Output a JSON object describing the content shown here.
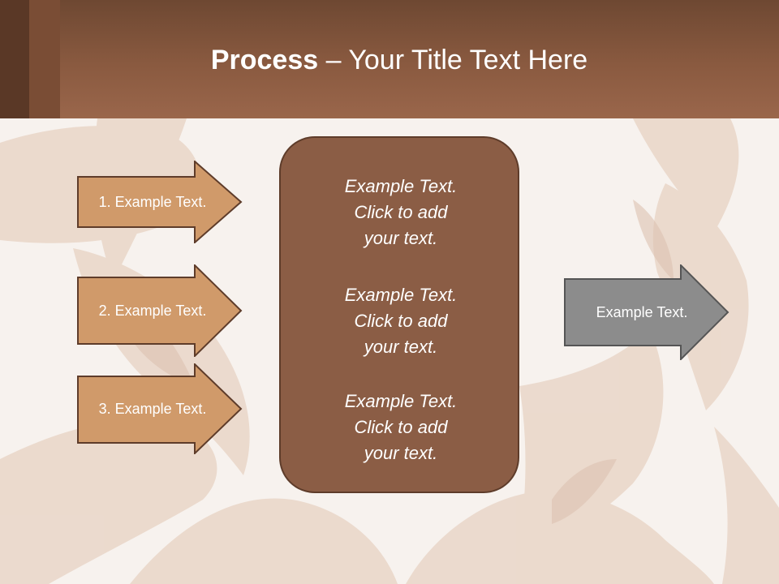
{
  "title": {
    "bold": "Process",
    "rest": " – Your Title Text Here"
  },
  "left_arrows": [
    {
      "label": "1. Example Text."
    },
    {
      "label": "2. Example Text."
    },
    {
      "label": "3. Example Text."
    }
  ],
  "center_box": {
    "blocks": [
      {
        "lines": [
          "Example Text.",
          "Click  to add",
          "your text."
        ]
      },
      {
        "lines": [
          "Example Text.",
          "Click  to add",
          "your text."
        ]
      },
      {
        "lines": [
          "Example Text.",
          "Click  to add",
          "your text."
        ]
      }
    ]
  },
  "right_arrow": {
    "label": "Example Text."
  },
  "colors": {
    "header": "#8a5a40",
    "left_arrow_fill": "#d09a6a",
    "left_arrow_stroke": "#5e3c2a",
    "center_fill": "#8b5d45",
    "right_arrow_fill": "#8c8c8c",
    "right_arrow_stroke": "#555555"
  }
}
